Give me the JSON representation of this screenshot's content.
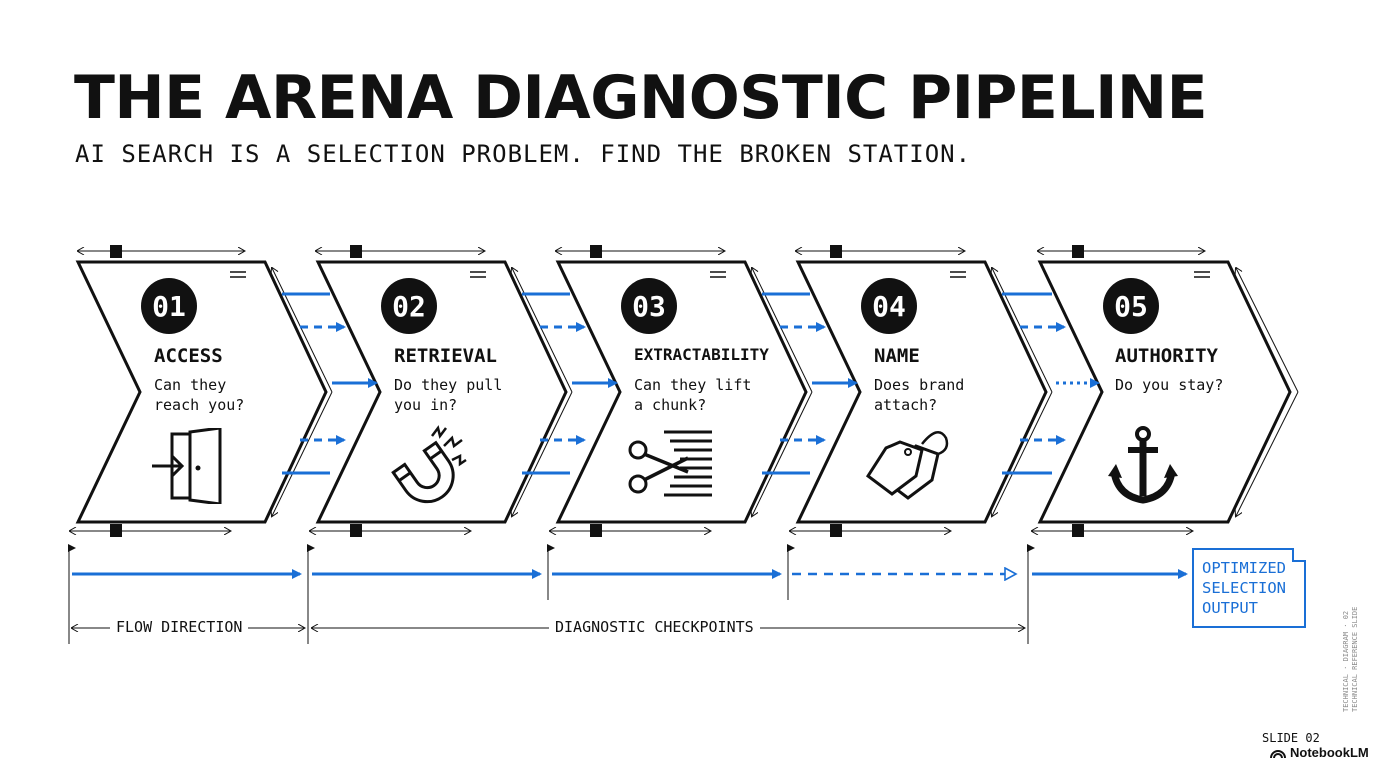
{
  "header": {
    "title": "THE ARENA DIAGNOSTIC PIPELINE",
    "subtitle": "AI SEARCH IS A SELECTION PROBLEM. FIND THE BROKEN STATION."
  },
  "stages": [
    {
      "number": "01",
      "title": "ACCESS",
      "question_lines": [
        "Can they",
        "reach you?"
      ],
      "icon": "door-enter-icon"
    },
    {
      "number": "02",
      "title": "RETRIEVAL",
      "question_lines": [
        "Do they pull",
        "you in?"
      ],
      "icon": "magnet-icon"
    },
    {
      "number": "03",
      "title": "EXTRACTABILITY",
      "question_lines": [
        "Can they lift",
        "a chunk?"
      ],
      "icon": "scissors-text-icon"
    },
    {
      "number": "04",
      "title": "NAME",
      "question_lines": [
        "Does brand",
        "attach?"
      ],
      "icon": "tag-icon"
    },
    {
      "number": "05",
      "title": "AUTHORITY",
      "question_lines": [
        "Do you stay?"
      ],
      "icon": "anchor-icon"
    }
  ],
  "flow": {
    "flow_label": "FLOW DIRECTION",
    "checkpoints_label": "DIAGNOSTIC CHECKPOINTS",
    "output_lines": [
      "OPTIMIZED",
      "SELECTION",
      "OUTPUT"
    ]
  },
  "side_note": [
    "TECHNICAL · DIAGRAM · 02",
    "TECHNICAL REFERENCE SLIDE"
  ],
  "footer": {
    "slide": "SLIDE 02",
    "brand": "NotebookLM"
  },
  "colors": {
    "accent": "#1a6fd6",
    "ink": "#111111",
    "background": "#ffffff"
  }
}
